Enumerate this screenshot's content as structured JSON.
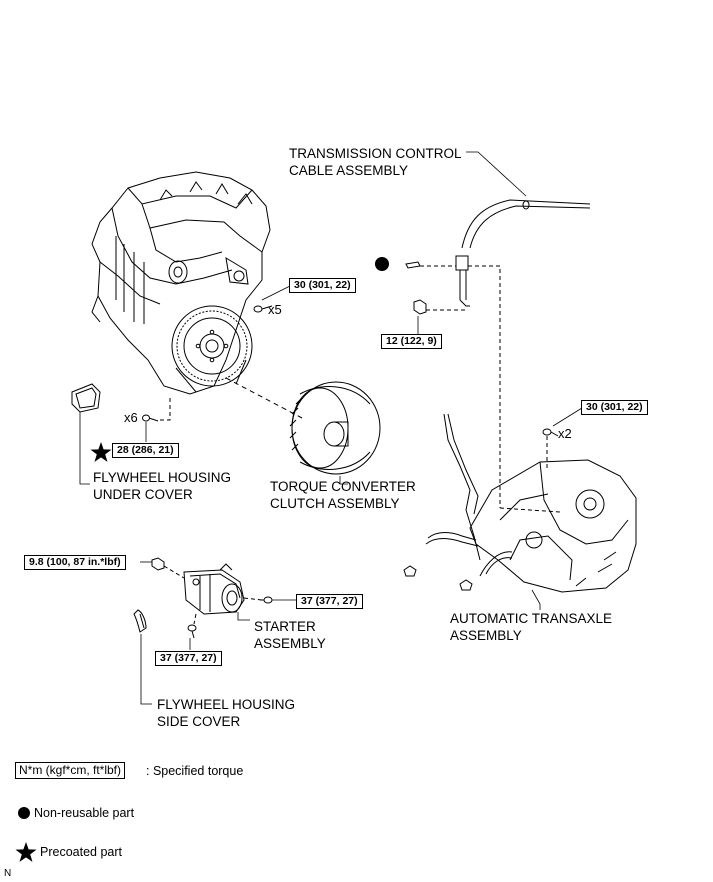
{
  "labels": {
    "cable": [
      "TRANSMISSION CONTROL",
      "CABLE ASSEMBLY"
    ],
    "under_cover": [
      "FLYWHEEL HOUSING",
      "UNDER COVER"
    ],
    "torque_converter": [
      "TORQUE CONVERTER",
      "CLUTCH ASSEMBLY"
    ],
    "transaxle": [
      "AUTOMATIC TRANSAXLE",
      "ASSEMBLY"
    ],
    "starter": [
      "STARTER",
      "ASSEMBLY"
    ],
    "side_cover": [
      "FLYWHEEL HOUSING",
      "SIDE COVER"
    ]
  },
  "torques": {
    "engine_bolts": "30 (301, 22)",
    "cable_nut": "12 (122, 9)",
    "transaxle_bolts": "30 (301, 22)",
    "under_cover_bolts": "28 (286, 21)",
    "starter_nut": "9.8 (100, 87 in.*lbf)",
    "starter_bolt_upper": "37 (377, 27)",
    "starter_bolt_lower": "37 (377, 27)"
  },
  "multipliers": {
    "engine_bolts": "x5",
    "under_cover_bolts": "x6",
    "transaxle_bolts": "x2"
  },
  "legend": {
    "unit_box": "N*m (kgf*cm, ft*lbf)",
    "unit_desc": ": Specified torque",
    "non_reusable": "Non-reusable part",
    "precoated": "Precoated part"
  },
  "footer_mark": "N"
}
